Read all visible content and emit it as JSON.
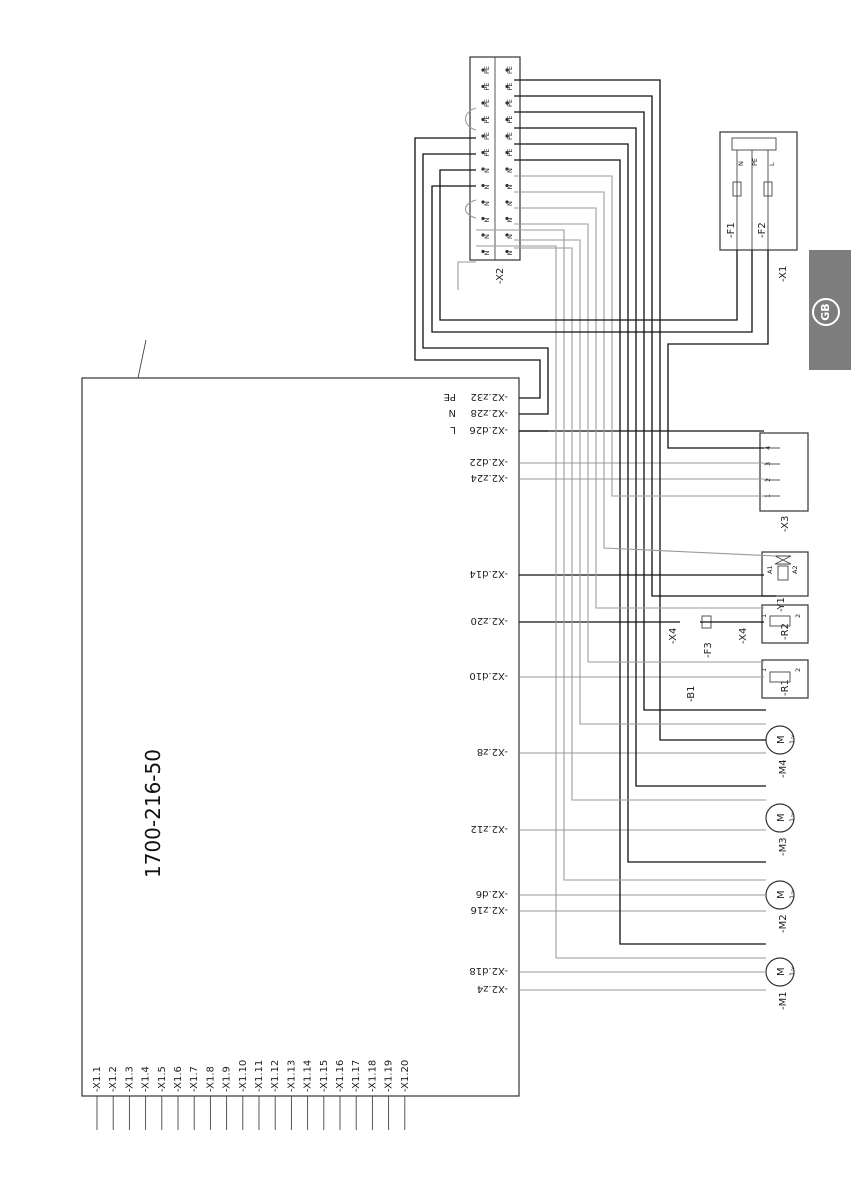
{
  "part_number": "1700-216-50",
  "language_badge": "GB",
  "controller": {
    "x1_terminals": [
      "-X1.1",
      "-X1.2",
      "-X1.3",
      "-X1.4",
      "-X1.5",
      "-X1.6",
      "-X1.7",
      "-X1.8",
      "-X1.9",
      "-X1.10",
      "-X1.11",
      "-X1.12",
      "-X1.13",
      "-X1.14",
      "-X1.15",
      "-X1.16",
      "-X1.17",
      "-X1.18",
      "-X1.19",
      "-X1.20"
    ],
    "x2_terminals": [
      {
        "label": "-X2.z32",
        "tag": "PE"
      },
      {
        "label": "-X2.z28",
        "tag": "N"
      },
      {
        "label": "-X2.d26",
        "tag": "L"
      },
      {
        "label": "-X2.d22",
        "tag": ""
      },
      {
        "label": "-X2.z24",
        "tag": ""
      },
      {
        "label": "-X2.d14",
        "tag": ""
      },
      {
        "label": "-X2.z20",
        "tag": ""
      },
      {
        "label": "-X2.d10",
        "tag": ""
      },
      {
        "label": "-X2.z8",
        "tag": ""
      },
      {
        "label": "-X2.z12",
        "tag": ""
      },
      {
        "label": "-X2.d6",
        "tag": ""
      },
      {
        "label": "-X2.z16",
        "tag": ""
      },
      {
        "label": "-X2.d18",
        "tag": ""
      },
      {
        "label": "-X2.z4",
        "tag": ""
      }
    ]
  },
  "terminal_block_x2": {
    "label": "-X2",
    "pe_row": [
      "PE",
      "PE",
      "PE",
      "PE",
      "PE",
      "PE",
      "PE",
      "PE",
      "PE",
      "PE",
      "PE",
      "PE"
    ],
    "n_row": [
      "N",
      "N",
      "N",
      "N",
      "N",
      "N",
      "N",
      "N",
      "N",
      "N",
      "N",
      "N"
    ]
  },
  "supply_x1": {
    "label": "-X1",
    "terminals": [
      "N",
      "PE",
      "L"
    ],
    "fuses": [
      "-F1",
      "-F2"
    ]
  },
  "connector_x3": {
    "label": "-X3",
    "pins": [
      "4",
      "3",
      "2",
      "1"
    ]
  },
  "components": {
    "y1": {
      "label": "-Y1",
      "pins": [
        "A1",
        "A2"
      ]
    },
    "r2": {
      "label": "-R2",
      "pins": [
        "1",
        "2"
      ],
      "fuse": "-F3",
      "connector_a": "-X4",
      "connector_b": "-X4"
    },
    "r1": {
      "label": "-R1",
      "pins": [
        "1",
        "2"
      ],
      "sensor": "-B1"
    },
    "motors": [
      {
        "label": "-M4",
        "symbol": "M",
        "phase": "1~"
      },
      {
        "label": "-M3",
        "symbol": "M",
        "phase": "1~"
      },
      {
        "label": "-M2",
        "symbol": "M",
        "phase": "1~"
      },
      {
        "label": "-M1",
        "symbol": "M",
        "phase": "1~"
      }
    ]
  }
}
